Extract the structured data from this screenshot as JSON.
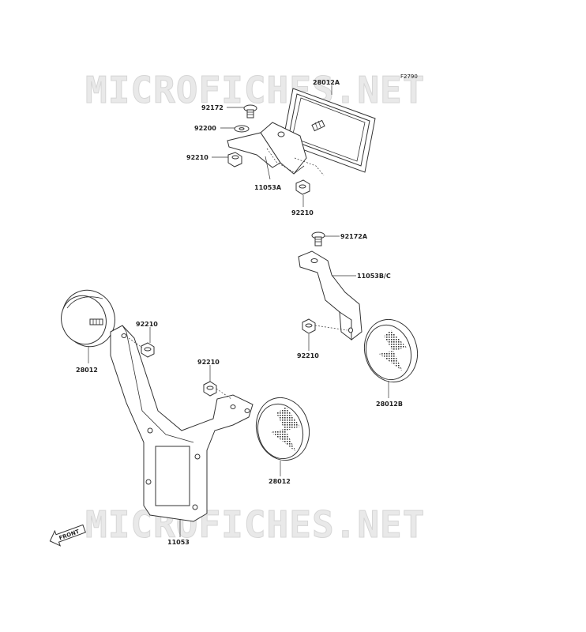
{
  "watermarks": {
    "top": "MICROFICHES.NET",
    "bottom": "MICROFICHES.NET"
  },
  "figure_code": "F2790",
  "front_label": "FRONT",
  "parts": {
    "reflector_rect": "28012A",
    "bolt_top": "92172",
    "washer": "92200",
    "nut_left": "92210",
    "bracket_a": "11053A",
    "nut_lower": "92210",
    "bolt_right": "92172A",
    "bracket_bc": "11053B/C",
    "nut_right": "92210",
    "reflector_right": "28012B",
    "reflector_left": "28012",
    "nut_lm": "92210",
    "nut_center": "92210",
    "reflector_center": "28012",
    "bracket_main": "11053"
  }
}
